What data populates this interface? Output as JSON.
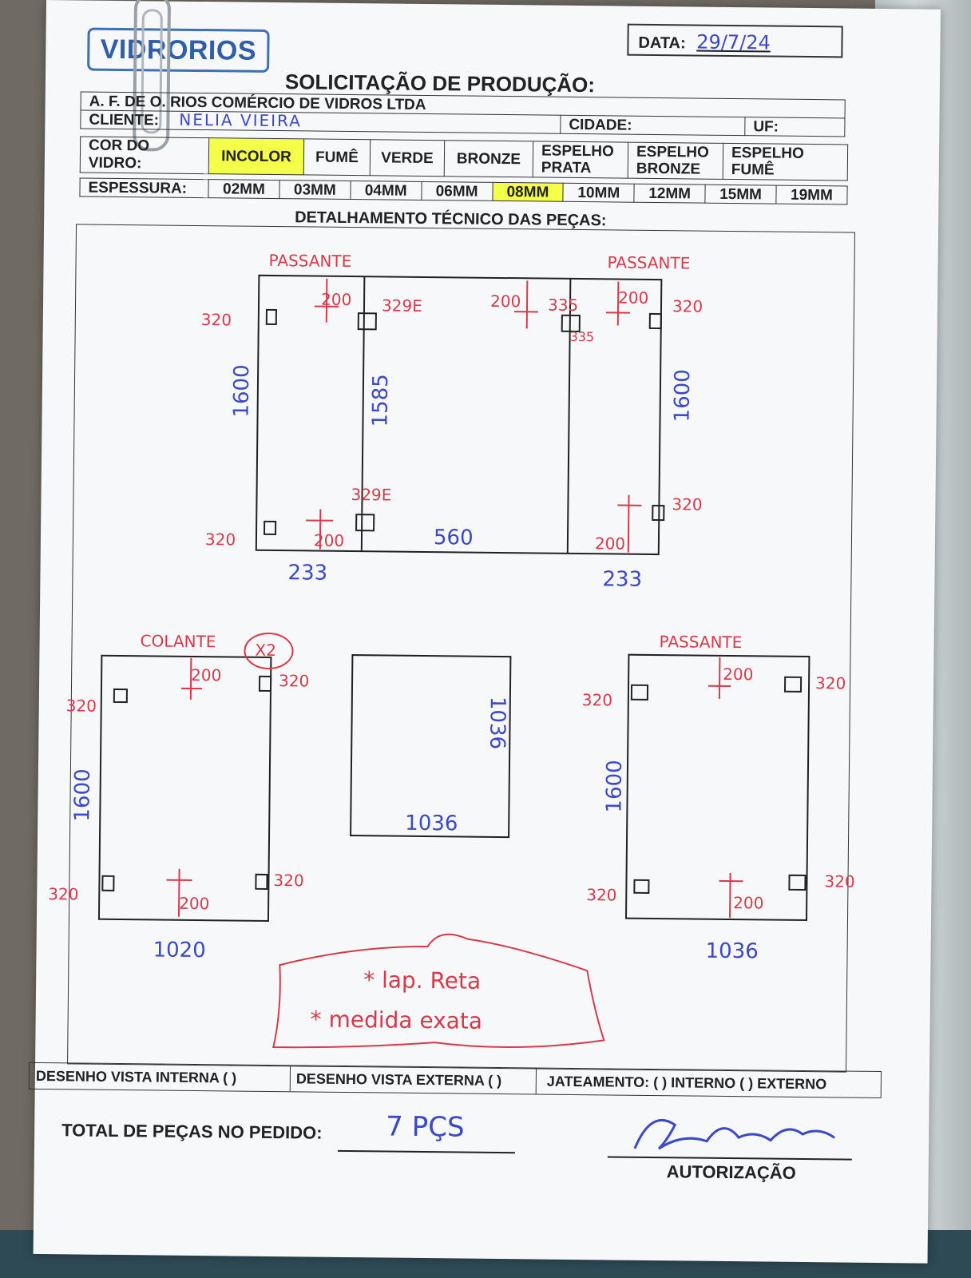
{
  "logo": "VIDRORIOS",
  "date": {
    "label": "DATA:",
    "value": "29/7/24"
  },
  "title": "SOLICITAÇÃO DE PRODUÇÃO:",
  "company": "A. F. DE O. RIOS COMÉRCIO DE VIDROS LTDA",
  "client": {
    "label": "CLIENTE:",
    "value": "NELIA VIEIRA"
  },
  "city": {
    "label": "CIDADE:"
  },
  "uf": {
    "label": "UF:"
  },
  "glass_color": {
    "label": "COR DO VIDRO:",
    "options": [
      "INCOLOR",
      "FUMÊ",
      "VERDE",
      "BRONZE",
      "ESPELHO PRATA",
      "ESPELHO BRONZE",
      "ESPELHO FUMÊ"
    ],
    "selected": "INCOLOR"
  },
  "thickness": {
    "label": "ESPESSURA:",
    "options": [
      "02MM",
      "03MM",
      "04MM",
      "06MM",
      "08MM",
      "10MM",
      "12MM",
      "15MM",
      "19MM"
    ],
    "selected": "08MM"
  },
  "section_title": "DETALHAMENTO TÉCNICO DAS PEÇAS:",
  "drawing": {
    "top_assembly": {
      "labels": [
        "PASSANTE",
        "PASSANTE"
      ],
      "dims": [
        "320",
        "200",
        "329E",
        "200",
        "335",
        "335",
        "200",
        "320",
        "1600",
        "1585",
        "1600",
        "320",
        "200",
        "329E",
        "560",
        "200",
        "320",
        "233",
        "233"
      ]
    },
    "left_panel": {
      "label": "COLANTE",
      "qty": "X2",
      "dims": [
        "320",
        "200",
        "320",
        "1600",
        "320",
        "200",
        "320",
        "1020"
      ]
    },
    "middle_panel": {
      "dims": [
        "1036",
        "1036"
      ]
    },
    "right_panel": {
      "label": "PASSANTE",
      "dims": [
        "320",
        "200",
        "320",
        "1600",
        "320",
        "200",
        "320",
        "1036"
      ]
    },
    "notes": [
      "* lap. Reta",
      "* medida exata"
    ]
  },
  "footer": {
    "internal": "DESENHO VISTA INTERNA ( )",
    "external": "DESENHO VISTA EXTERNA ( )",
    "sandblast": "JATEAMENTO: ( ) INTERNO ( ) EXTERNO"
  },
  "total": {
    "label": "TOTAL DE PEÇAS NO PEDIDO:",
    "value": "7 PÇS"
  },
  "authorization": {
    "label": "AUTORIZAÇÃO",
    "signature": "Filipe Rios"
  },
  "colors": {
    "ink_blue": "#3b48c8",
    "ink_red": "#d63a4a",
    "highlight": "#f4ff4a"
  }
}
